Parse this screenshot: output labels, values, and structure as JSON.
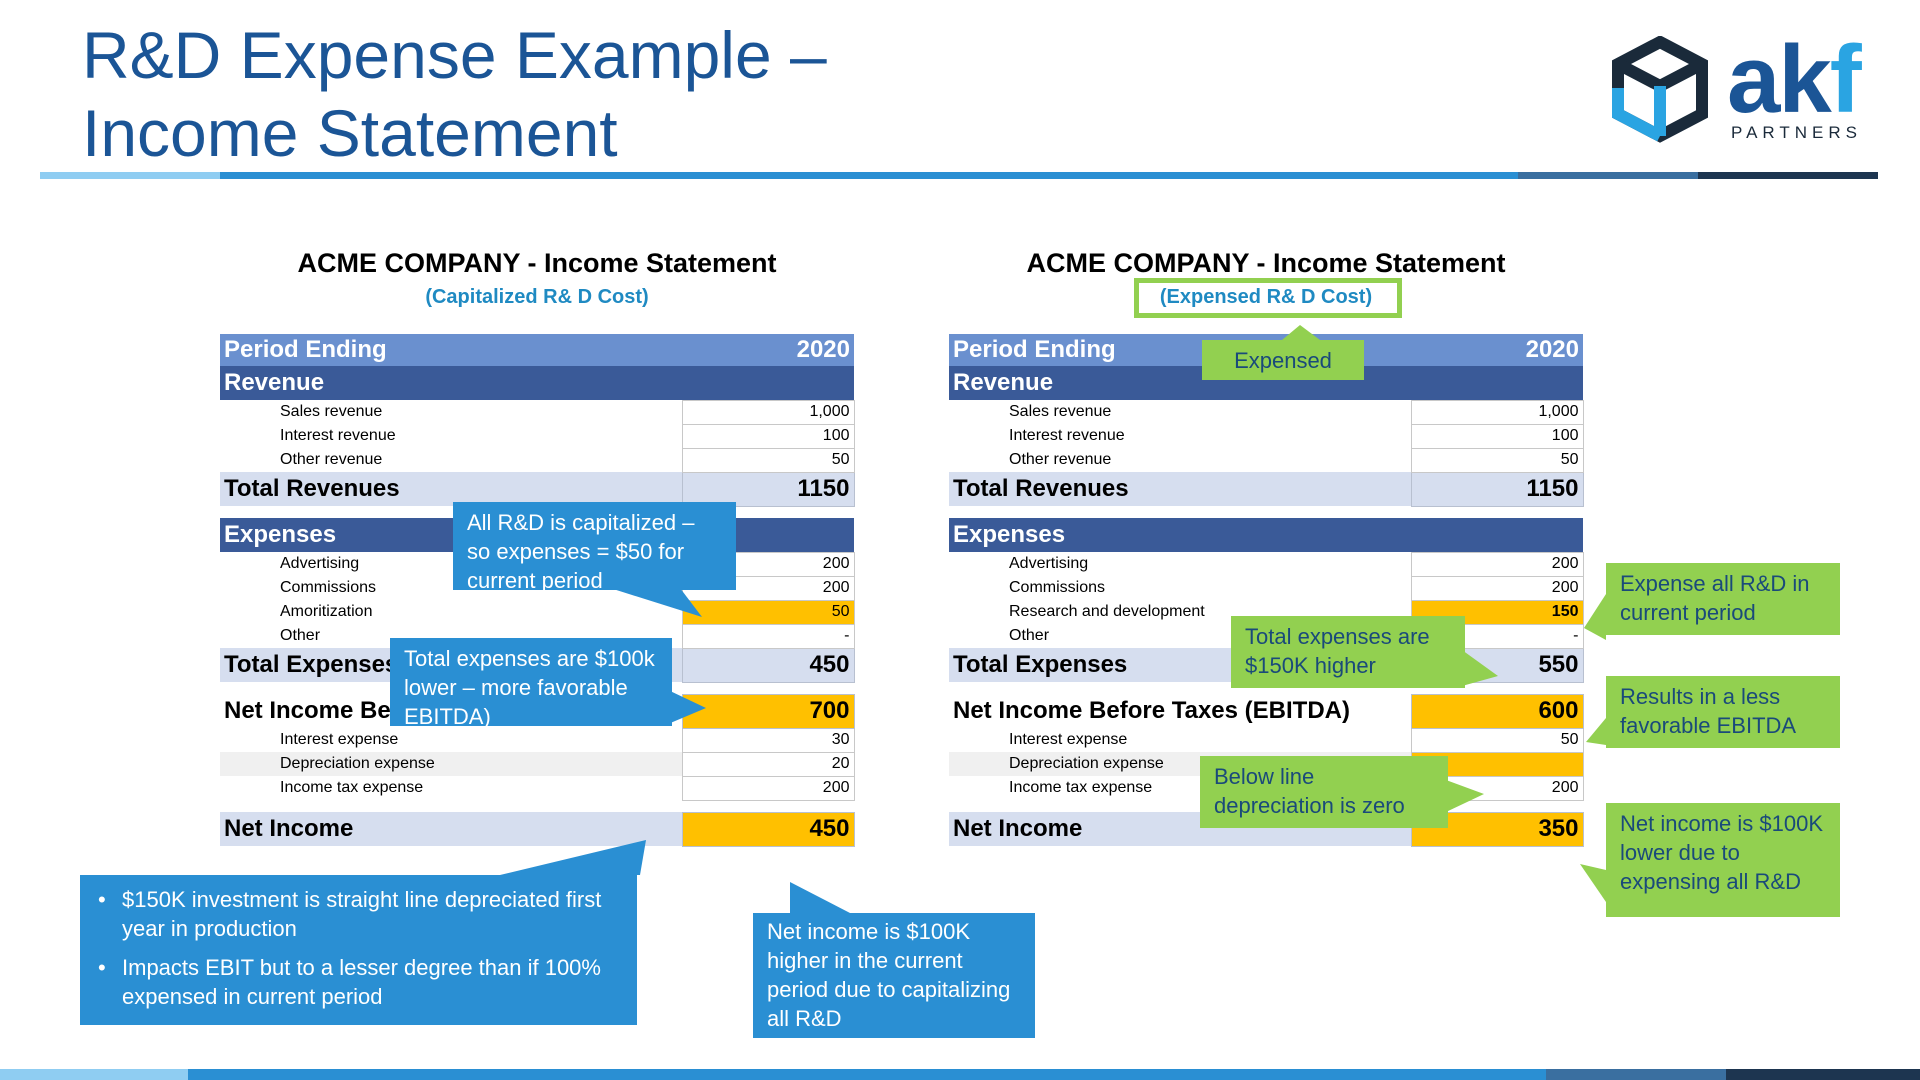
{
  "slide": {
    "title_line1": "R&D Expense Example –",
    "title_line2": "Income Statement"
  },
  "logo": {
    "brand": "ak",
    "brand_f": "f",
    "sub": "PARTNERS"
  },
  "colors": {
    "title": "#1b5596",
    "header_row": "#6a90cf",
    "section_row": "#3a5a98",
    "total_row": "#d6deef",
    "highlight": "#ffc000",
    "blue_callout": "#2a8fd3",
    "green_callout": "#92d050"
  },
  "left": {
    "title": "ACME COMPANY - Income Statement",
    "subtitle": "(Capitalized R& D Cost)",
    "period_label": "Period Ending",
    "period_value": "2020",
    "revenue_label": "Revenue",
    "revenue_items": [
      {
        "label": "Sales revenue",
        "value": "1,000"
      },
      {
        "label": "Interest revenue",
        "value": "100"
      },
      {
        "label": "Other revenue",
        "value": "50"
      }
    ],
    "total_revenues_label": "Total Revenues",
    "total_revenues_value": "1150",
    "expenses_label": "Expenses",
    "expense_items": [
      {
        "label": "Advertising",
        "value": "200"
      },
      {
        "label": "Commissions",
        "value": "200"
      },
      {
        "label": "Amoritization",
        "value": "50"
      },
      {
        "label": "Other",
        "value": "-"
      }
    ],
    "total_expenses_label": "Total Expenses",
    "total_expenses_value": "450",
    "ebitda_label": "Net Income Before Taxes (EBITDA)",
    "ebitda_value": "700",
    "below_items": [
      {
        "label": "Interest expense",
        "value": "30"
      },
      {
        "label": "Depreciation expense",
        "value": "20"
      },
      {
        "label": "Income tax expense",
        "value": "200"
      }
    ],
    "net_income_label": "Net Income",
    "net_income_value": "450"
  },
  "right": {
    "title": "ACME COMPANY - Income Statement",
    "subtitle": "(Expensed R& D Cost)",
    "period_label": "Period Ending",
    "period_value": "2020",
    "revenue_label": "Revenue",
    "revenue_items": [
      {
        "label": "Sales revenue",
        "value": "1,000"
      },
      {
        "label": "Interest revenue",
        "value": "100"
      },
      {
        "label": "Other revenue",
        "value": "50"
      }
    ],
    "total_revenues_label": "Total Revenues",
    "total_revenues_value": "1150",
    "expenses_label": "Expenses",
    "expense_items": [
      {
        "label": "Advertising",
        "value": "200"
      },
      {
        "label": "Commissions",
        "value": "200"
      },
      {
        "label": "Research and development",
        "value": "150"
      },
      {
        "label": "Other",
        "value": "-"
      }
    ],
    "total_expenses_label": "Total Expenses",
    "total_expenses_value": "550",
    "ebitda_label": "Net Income Before Taxes (EBITDA)",
    "ebitda_value": "600",
    "below_items": [
      {
        "label": "Interest expense",
        "value": "50"
      },
      {
        "label": "Depreciation expense",
        "value": ""
      },
      {
        "label": "Income tax expense",
        "value": "200"
      }
    ],
    "net_income_label": "Net Income",
    "net_income_value": "350"
  },
  "callouts": {
    "capitalized": "All R&D is capitalized – so expenses = $50 for current period",
    "lower_expenses": "Total expenses are $100k lower – more favorable EBITDA)",
    "bullet1": "$150K investment is straight line depreciated first year in production",
    "bullet2": "Impacts EBIT but to a lesser degree than if 100% expensed in current period",
    "net_higher": "Net income is $100K higher in the current period due to capitalizing all R&D",
    "expensed": "Expensed",
    "higher_expenses": "Total expenses are $150K higher",
    "below_line": "Below line depreciation is zero",
    "expense_all": "Expense all R&D in current period",
    "less_favorable": "Results in a less favorable EBITDA",
    "net_lower": "Net income is $100K lower due to expensing all R&D"
  }
}
